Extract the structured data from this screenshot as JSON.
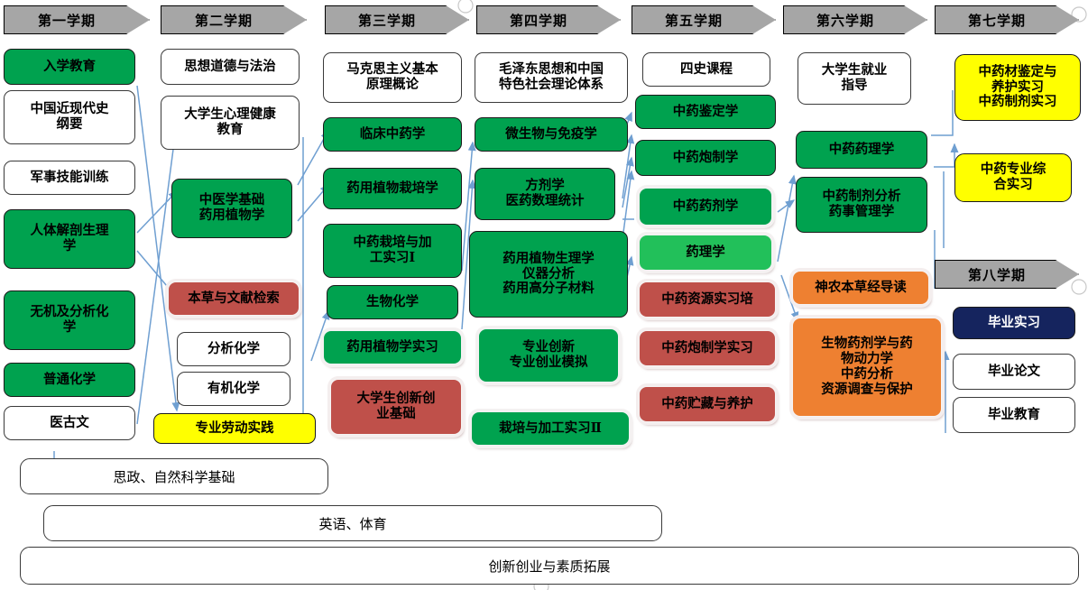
{
  "title": "中药学专业课程体系流程图",
  "colors": {
    "header_gray": "#a6a6a6",
    "green": "#00a24f",
    "light_green": "#22c05a",
    "red": "#bf504a",
    "orange": "#ee8031",
    "yellow": "#ffff00",
    "navy": "#15245e",
    "arrow_blue": "#6f9fd1"
  },
  "semesters": [
    {
      "id": "sem1",
      "label": "第一学期"
    },
    {
      "id": "sem2",
      "label": "第二学期"
    },
    {
      "id": "sem3",
      "label": "第三学期"
    },
    {
      "id": "sem4",
      "label": "第四学期"
    },
    {
      "id": "sem5",
      "label": "第五学期"
    },
    {
      "id": "sem6",
      "label": "第六学期"
    },
    {
      "id": "sem7",
      "label": "第七学期"
    },
    {
      "id": "sem8",
      "label": "第八学期"
    }
  ],
  "columns": {
    "c1": [
      {
        "label": "入学教育",
        "style": "green"
      },
      {
        "label": "中国近现代史\n纲要",
        "style": "white"
      },
      {
        "label": "军事技能训练",
        "style": "white"
      },
      {
        "label": "人体解剖生理\n学",
        "style": "green"
      },
      {
        "label": "无机及分析化\n学",
        "style": "green"
      },
      {
        "label": "普通化学",
        "style": "green"
      },
      {
        "label": "医古文",
        "style": "white"
      }
    ],
    "c2": [
      {
        "label": "思想道德与法治",
        "style": "white"
      },
      {
        "label": "大学生心理健康\n教育",
        "style": "white"
      },
      {
        "label": "中医学基础\n药用植物学",
        "style": "green"
      },
      {
        "label": "本草与文献检索",
        "style": "red"
      },
      {
        "label": "分析化学",
        "style": "white"
      },
      {
        "label": "有机化学",
        "style": "white"
      },
      {
        "label": "专业劳动实践",
        "style": "yellow"
      }
    ],
    "c3": [
      {
        "label": "马克思主义基本\n原理概论",
        "style": "white"
      },
      {
        "label": "临床中药学",
        "style": "green"
      },
      {
        "label": "药用植物栽培学",
        "style": "green"
      },
      {
        "label": "中药栽培与加\n工实习Ⅰ",
        "style": "green"
      },
      {
        "label": "生物化学",
        "style": "green"
      },
      {
        "label": "药用植物学实习",
        "style": "green-shadow"
      },
      {
        "label": "大学生创新创\n业基础",
        "style": "red"
      }
    ],
    "c4": [
      {
        "label": "毛泽东思想和中国\n特色社会理论体系",
        "style": "white"
      },
      {
        "label": "微生物与免疫学",
        "style": "green"
      },
      {
        "label": "方剂学\n医药数理统计",
        "style": "green"
      },
      {
        "label": "药用植物生理学\n仪器分析\n药用高分子材料",
        "style": "green"
      },
      {
        "label": "专业创新\n专业创业模拟",
        "style": "green-shadow"
      },
      {
        "label": "栽培与加工实习Ⅱ",
        "style": "green-shadow"
      }
    ],
    "c5": [
      {
        "label": "四史课程",
        "style": "white"
      },
      {
        "label": "中药鉴定学",
        "style": "green"
      },
      {
        "label": "中药炮制学",
        "style": "green"
      },
      {
        "label": "中药药剂学",
        "style": "green-shadow"
      },
      {
        "label": "药理学",
        "style": "light-green-shadow"
      },
      {
        "label": "中药资源实习培",
        "style": "red"
      },
      {
        "label": "中药炮制学实习",
        "style": "red"
      },
      {
        "label": "中药贮藏与养护",
        "style": "red"
      }
    ],
    "c6": [
      {
        "label": "大学生就业\n指导",
        "style": "white"
      },
      {
        "label": "中药药理学",
        "style": "green"
      },
      {
        "label": "中药制剂分析\n药事管理学",
        "style": "green"
      },
      {
        "label": "神农本草经导读",
        "style": "orange"
      },
      {
        "label": "生物药剂学与药\n物动力学\n中药分析\n资源调查与保护",
        "style": "orange"
      }
    ],
    "c7": [
      {
        "label": "中药材鉴定与\n养护实习\n中药制剂实习",
        "style": "yellow"
      },
      {
        "label": "中药专业综\n合实习",
        "style": "yellow"
      }
    ],
    "c8": [
      {
        "label": "毕业实习",
        "style": "navy"
      },
      {
        "label": "毕业论文",
        "style": "white"
      },
      {
        "label": "毕业教育",
        "style": "white"
      }
    ]
  },
  "bottom_bars": [
    {
      "label": "思政、自然科学基础"
    },
    {
      "label": "英语、体育"
    },
    {
      "label": "创新创业与素质拓展"
    }
  ]
}
